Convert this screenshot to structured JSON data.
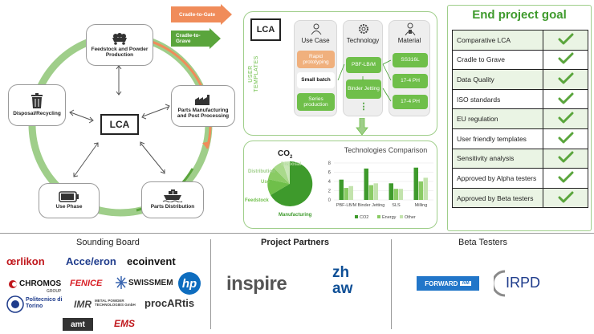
{
  "lifecycle": {
    "center_label": "LCA",
    "stages": {
      "feedstock": "Feedstock and Powder Production",
      "manufacturing": "Parts Manufacturing and Post Processing",
      "distribution": "Parts Distribution",
      "use": "Use Phase",
      "disposal": "Disposal/Recycling"
    },
    "scope_tags": {
      "gate": "Cradle-to-Gate",
      "grave": "Cradle-to-Grave"
    },
    "colors": {
      "ring": "#9fce8a",
      "gate": "#f08c5a",
      "grave": "#5aa53c"
    }
  },
  "templates": {
    "side_label": "USER TEMPLATES",
    "lca_label": "LCA",
    "use_case": {
      "title": "Use Case",
      "items": [
        "Rapid prototyping",
        "Small batch",
        "Series production"
      ]
    },
    "technology": {
      "title": "Technology",
      "items": [
        "PBF-LB/M",
        "Binder Jetting"
      ],
      "more": "⋮"
    },
    "material": {
      "title": "Material",
      "items": [
        "SS316L",
        "17-4 PH",
        "17-4 PH"
      ]
    }
  },
  "results": {
    "pie": {
      "title": "CO",
      "title_sub": "2",
      "labels": [
        "Distribution",
        "Disposal",
        "Use",
        "Feedstock",
        "Manufacturing"
      ]
    },
    "bar_chart": {
      "title": "Technologies Comparison",
      "y_ticks": [
        "8",
        "6",
        "4",
        "2",
        "0"
      ],
      "categories": [
        "PBF-LB/M",
        "Binder Jetting",
        "SLS",
        "Milling"
      ],
      "series": [
        {
          "name": "CO2",
          "values": [
            4.4,
            6.8,
            3.6,
            7.0
          ],
          "color": "#3e9a2c"
        },
        {
          "name": "Energy",
          "values": [
            2.6,
            3.2,
            2.4,
            4.0
          ],
          "color": "#8acb64"
        },
        {
          "name": "Other",
          "values": [
            3.0,
            3.6,
            2.4,
            4.8
          ],
          "color": "#c3e3ad"
        }
      ],
      "ylim": [
        0,
        8
      ]
    }
  },
  "goal": {
    "title": "End project goal",
    "items": [
      "Comparative LCA",
      "Cradle to Grave",
      "Data Quality",
      "ISO standards",
      "EU regulation",
      "User friendly templates",
      "Sensitivity analysis",
      "Approved by Alpha testers",
      "Approved by Beta testers"
    ],
    "check_color": "#5aa53c",
    "title_color": "#3e9a2c"
  },
  "partners": {
    "sounding_board": {
      "title": "Sounding Board",
      "logos": [
        "œrlikon",
        "Acce/eron",
        "ecoinvent",
        "CHROMOS",
        "GROUP",
        "FENICE",
        "SWISSMEM",
        "hp",
        "Politecnico di Torino",
        "IMR",
        "METAL POWDER TECHNOLOGIES GmbH",
        "procARtis",
        "amt",
        "EMS"
      ]
    },
    "project_partners": {
      "title": "Project Partners",
      "logos": [
        "inspire",
        "zh",
        "aw"
      ]
    },
    "beta_testers": {
      "title": "Beta Testers",
      "logos": [
        "FORWARD",
        "AM",
        "IRPD"
      ]
    }
  }
}
